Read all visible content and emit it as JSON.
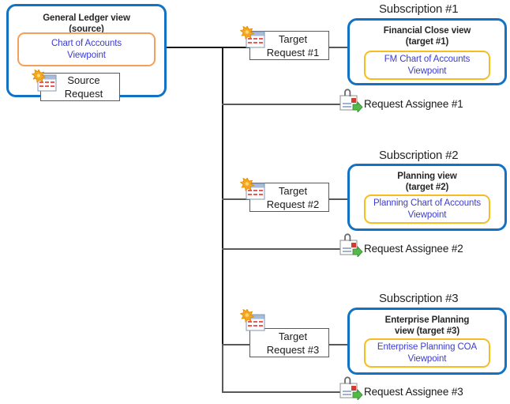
{
  "diagram": {
    "title": "Chart of Accounts subscription flow",
    "colors": {
      "panel_border": "#1273c6",
      "source_viewpoint_border": "#f2a05a",
      "target_viewpoint_border": "#f5bd20",
      "viewpoint_text": "#3b3bd1",
      "connector": "#595959",
      "connector_trunk": "#1a1a1a",
      "heading_text": "#262626"
    }
  },
  "source": {
    "panel_title_line1": "General Ledger view",
    "panel_title_line2": "(source)",
    "viewpoint_line1": "Chart of Accounts",
    "viewpoint_line2": "Viewpoint",
    "request_line1": "Source",
    "request_line2": "Request",
    "request_icon": "request-star-table-icon"
  },
  "subscriptions": [
    {
      "heading": "Subscription #1",
      "request_line1": "Target",
      "request_line2": "Request #1",
      "request_icon": "request-star-table-icon",
      "panel_title_line1": "Financial Close view",
      "panel_title_line2": "(target #1)",
      "viewpoint_line1": "FM Chart of Accounts",
      "viewpoint_line2": "Viewpoint",
      "assignee_label": "Request Assignee #1",
      "assignee_icon": "assignee-document-arrow-icon"
    },
    {
      "heading": "Subscription #2",
      "request_line1": "Target",
      "request_line2": "Request #2",
      "request_icon": "request-star-table-icon",
      "panel_title_line1": "Planning view",
      "panel_title_line2": "(target #2)",
      "viewpoint_line1": "Planning Chart of Accounts",
      "viewpoint_line2": "Viewpoint",
      "assignee_label": "Request Assignee #2",
      "assignee_icon": "assignee-document-arrow-icon"
    },
    {
      "heading": "Subscription #3",
      "request_line1": "Target",
      "request_line2": "Request #3",
      "request_icon": "request-star-table-icon",
      "panel_title_line1": "Enterprise Planning",
      "panel_title_line2": "view (target #3)",
      "viewpoint_line1": "Enterprise Planning COA",
      "viewpoint_line2": "Viewpoint",
      "assignee_label": "Request Assignee #3",
      "assignee_icon": "assignee-document-arrow-icon"
    }
  ]
}
